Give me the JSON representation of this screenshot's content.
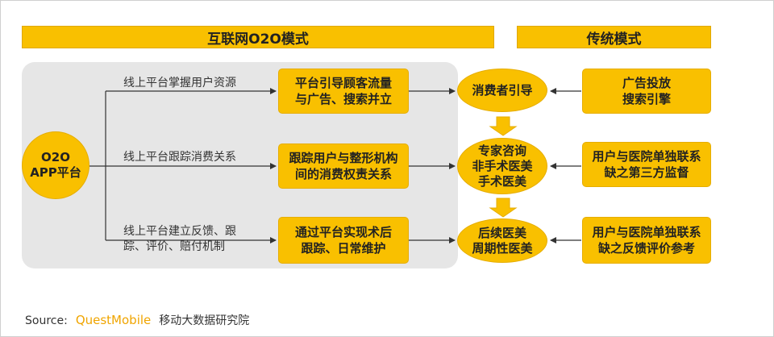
{
  "headers": {
    "o2o": "互联网O2O模式",
    "traditional": "传统模式"
  },
  "app_node": "O2O\nAPP平台",
  "branch_labels": [
    "线上平台掌握用户资源",
    "线上平台跟踪消费关系",
    "线上平台建立反馈、跟\n踪、评价、赔付机制"
  ],
  "o2o_boxes": [
    "平台引导顾客流量\n与广告、搜索并立",
    "跟踪用户与整形机构\n间的消费权责关系",
    "通过平台实现术后\n跟踪、日常维护"
  ],
  "stages": [
    "消费者引导",
    "专家咨询\n非手术医美\n手术医美",
    "后续医美\n周期性医美"
  ],
  "traditional_boxes": [
    "广告投放\n搜索引擎",
    "用户与医院单独联系\n缺之第三方监督",
    "用户与医院单独联系\n缺之反馈评价参考"
  ],
  "source": {
    "label": "Source:",
    "brand": "QuestMobile",
    "org": "移动大数据研究院"
  },
  "colors": {
    "yellow": "#f9c000",
    "panel": "#e6e6e6",
    "arrow": "#333333"
  }
}
